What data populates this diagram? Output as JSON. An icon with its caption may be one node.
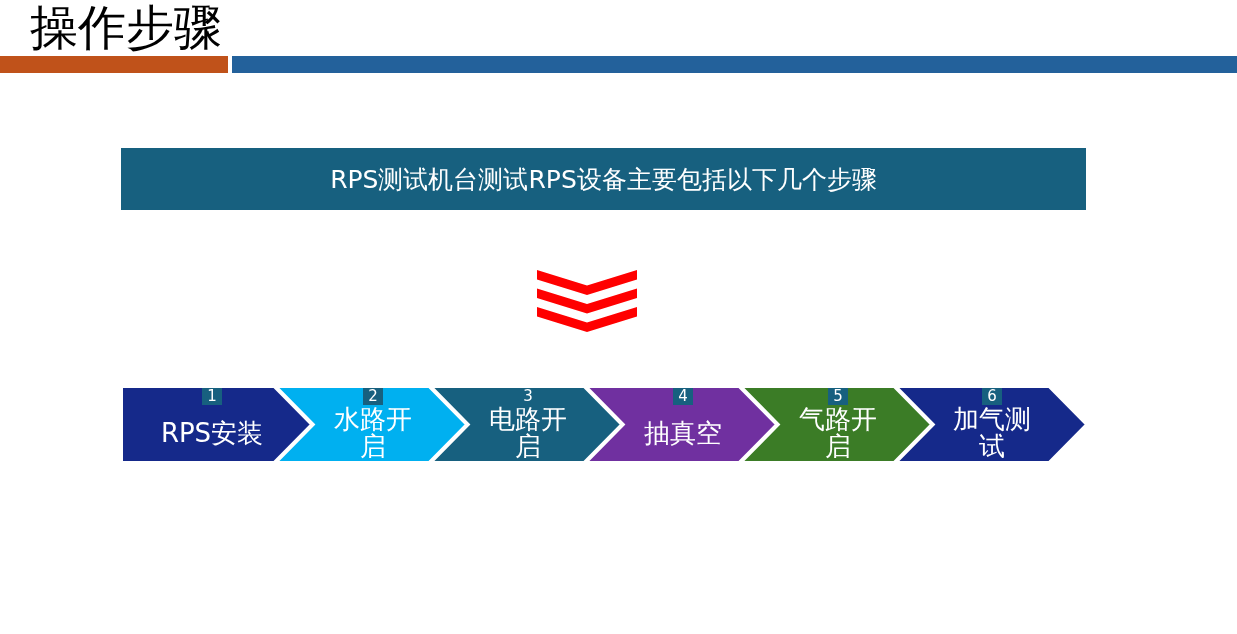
{
  "diagram": {
    "title": "操作步骤",
    "nodes": [
      {
        "text": [
          "RPS测试机台测试RPS设备主要包括以下几个步骤"
        ]
      },
      {
        "text": [
          "RPS安装"
        ]
      },
      {
        "text": [
          "1"
        ],
        "in": 1
      },
      {
        "text": [
          "水路开启"
        ]
      },
      {
        "text": [
          "2"
        ],
        "in": 3
      },
      {
        "text": [
          "电路开启"
        ]
      },
      {
        "text": [
          "3"
        ],
        "in": 5
      },
      {
        "text": [
          "抽真空"
        ]
      },
      {
        "text": [
          "4"
        ],
        "in": 7
      },
      {
        "text": [
          "气路开启"
        ]
      },
      {
        "text": [
          "5"
        ],
        "in": 9
      },
      {
        "text": [
          "加气测试"
        ]
      },
      {
        "text": [
          "6"
        ],
        "in": 11
      }
    ]
  }
}
